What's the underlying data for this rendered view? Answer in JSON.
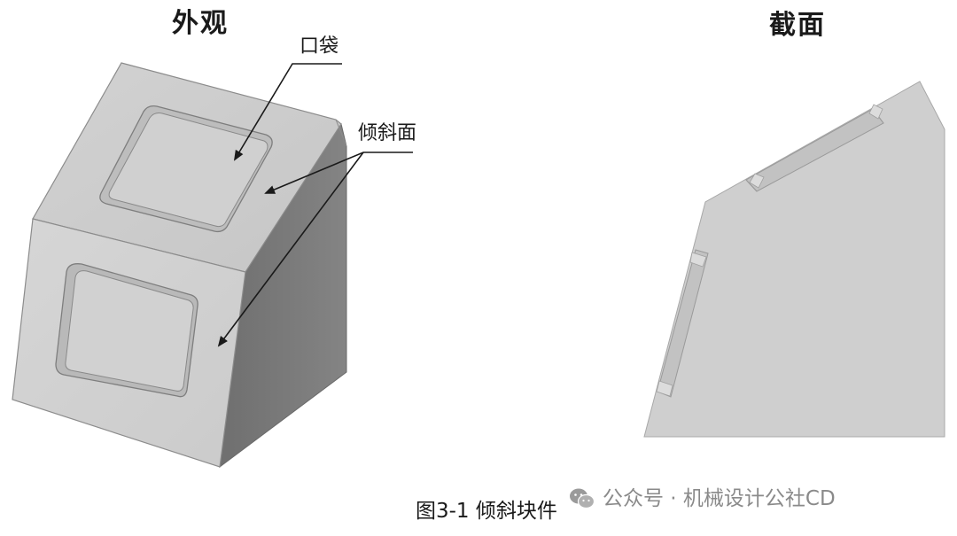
{
  "headings": {
    "exterior": "外观",
    "section": "截面"
  },
  "callouts": {
    "pocket": "口袋",
    "inclined_face": "倾斜面"
  },
  "caption": "图3-1 倾斜块件",
  "watermark": {
    "icon": "wechat-icon",
    "text": "公众号 · 机械设计公社CD"
  },
  "colors": {
    "face_light": "#d4d4d4",
    "face_mid": "#c8c8c8",
    "face_dark": "#7a7a7a",
    "edge": "#8c8c8c",
    "arrow": "#1a1a1a"
  }
}
